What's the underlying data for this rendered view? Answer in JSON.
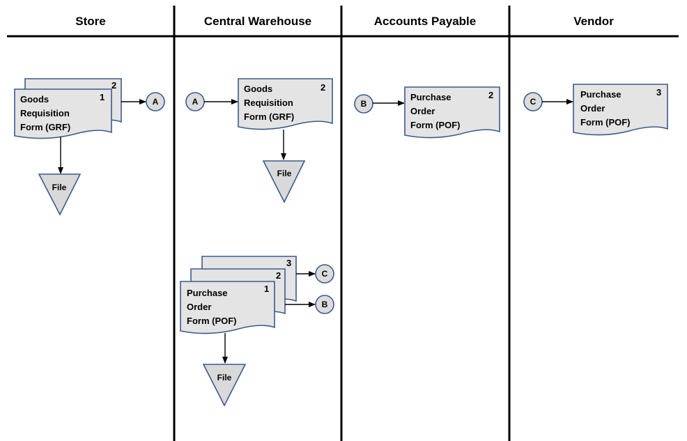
{
  "lanes": {
    "store": "Store",
    "warehouse": "Central Warehouse",
    "payable": "Accounts Payable",
    "vendor": "Vendor"
  },
  "store": {
    "doc_line1": "Goods",
    "doc_line2": "Requisition",
    "doc_line3": "Form (GRF)",
    "copy_front": "1",
    "copy_back": "2",
    "connector": "A",
    "file": "File"
  },
  "warehouse": {
    "in_connector": "A",
    "grf_line1": "Goods",
    "grf_line2": "Requisition",
    "grf_line3": "Form (GRF)",
    "grf_copy": "2",
    "grf_file": "File",
    "pof_line1": "Purchase",
    "pof_line2": "Order",
    "pof_line3": "Form (POF)",
    "pof_copy1": "1",
    "pof_copy2": "2",
    "pof_copy3": "3",
    "out_connector_c": "C",
    "out_connector_b": "B",
    "pof_file": "File"
  },
  "payable": {
    "in_connector": "B",
    "line1": "Purchase",
    "line2": "Order",
    "line3": "Form (POF)",
    "copy": "2"
  },
  "vendor": {
    "in_connector": "C",
    "line1": "Purchase",
    "line2": "Order",
    "line3": "Form (POF)",
    "copy": "3"
  }
}
